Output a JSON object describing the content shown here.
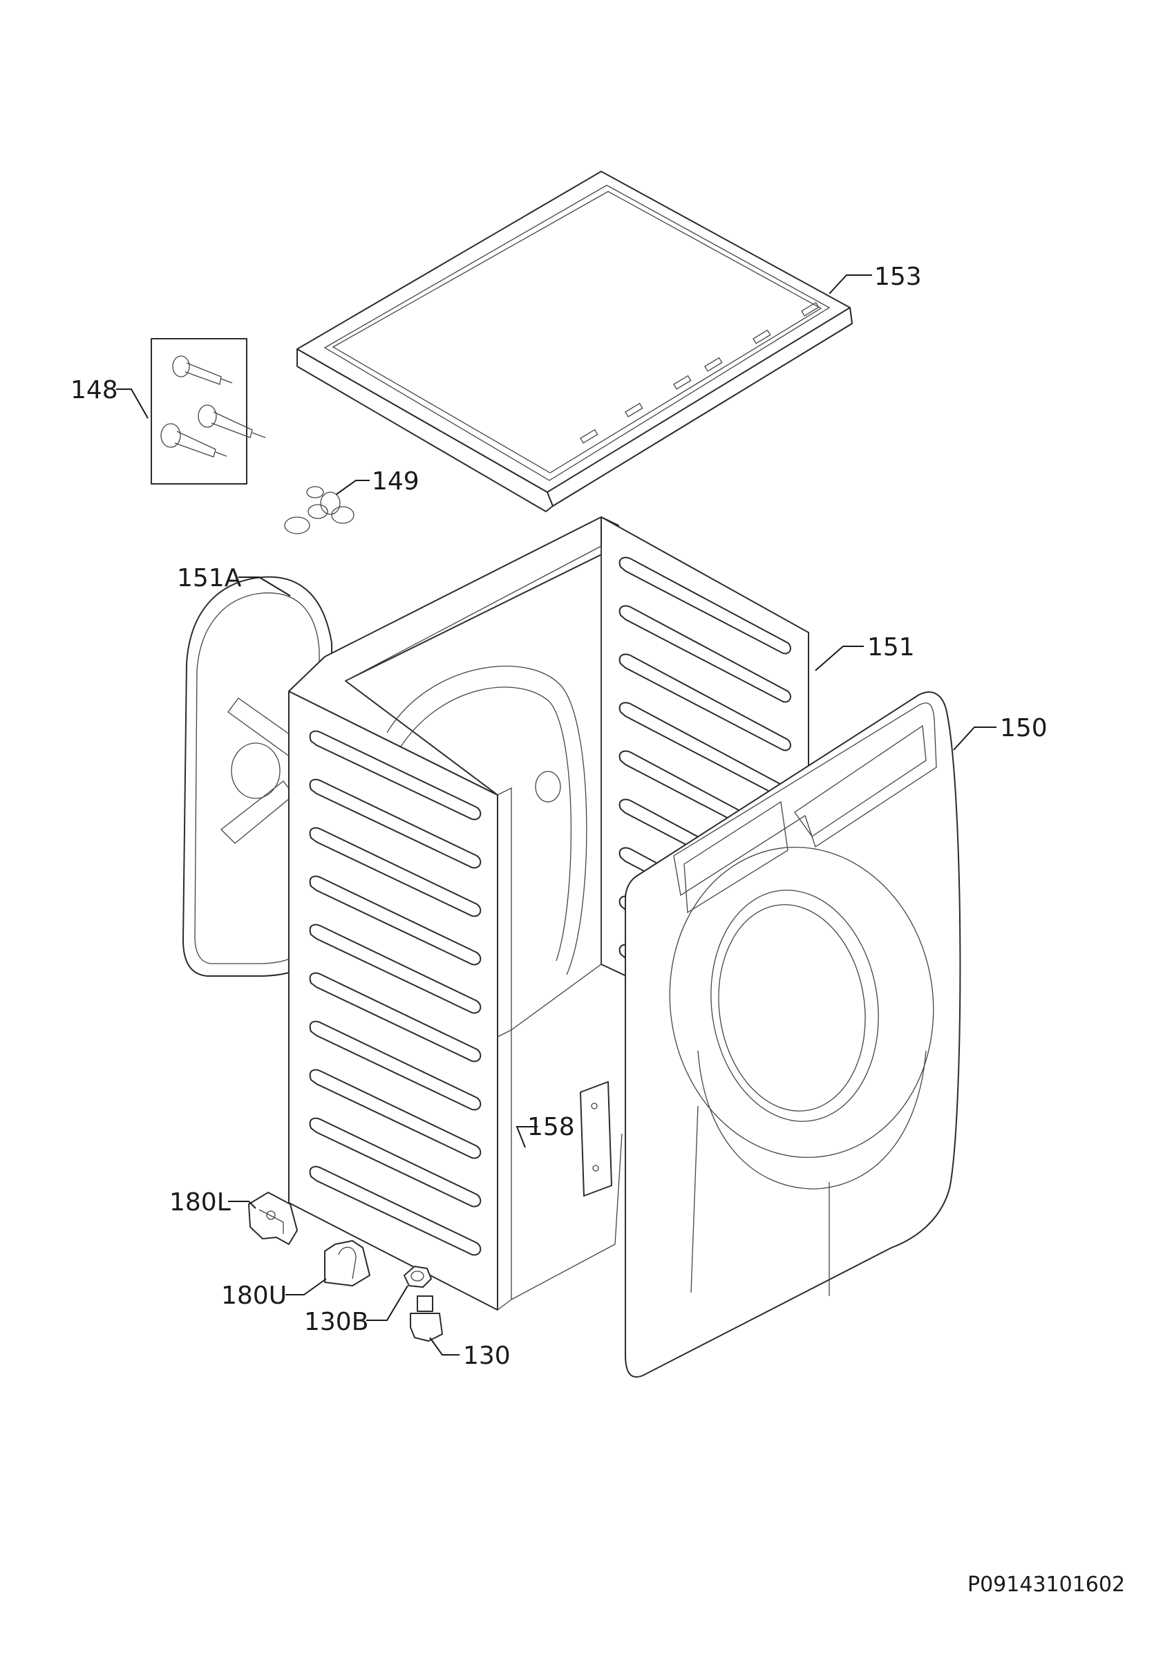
{
  "labels": {
    "p153": "153",
    "p148": "148",
    "p149": "149",
    "p151A": "151A",
    "p151": "151",
    "p150": "150",
    "p158": "158",
    "p180L": "180L",
    "p180U": "180U",
    "p130B": "130B",
    "p130": "130"
  },
  "drawing_code": "P09143101602"
}
